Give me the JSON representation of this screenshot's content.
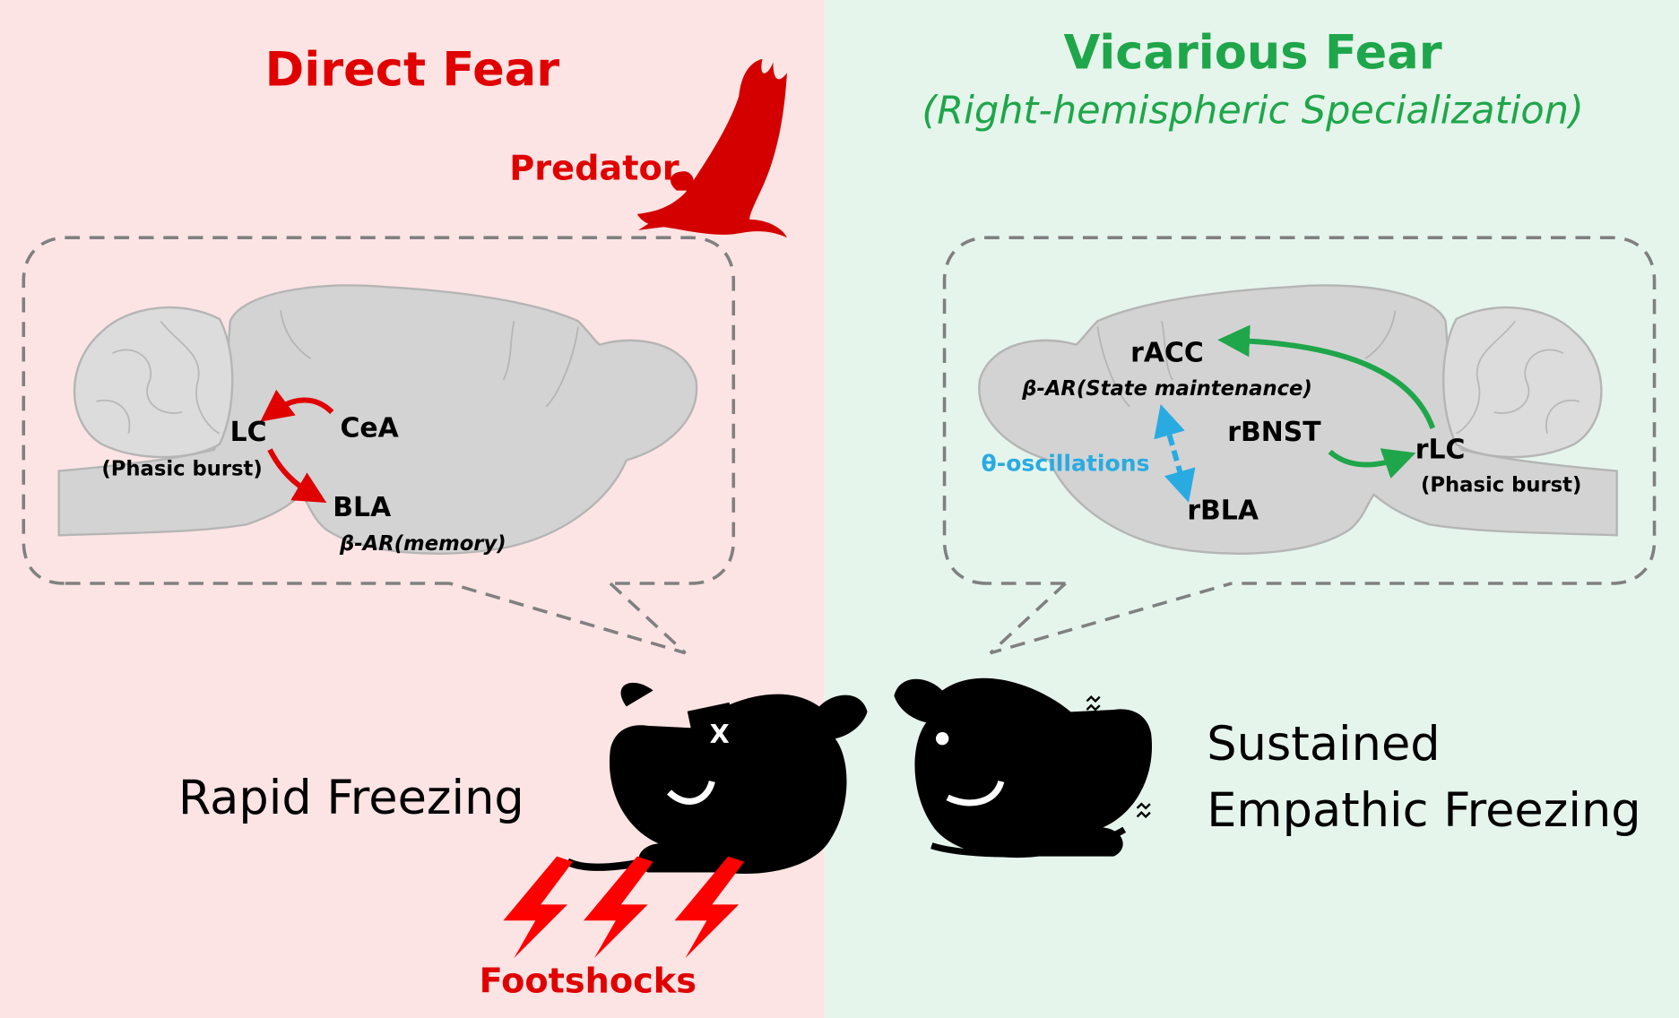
{
  "left": {
    "title": "Direct Fear",
    "predator_label": "Predator",
    "regions": {
      "lc": "LC",
      "lc_note": "(Phasic burst)",
      "cea": "CeA",
      "bla": "BLA",
      "bla_note": "β-AR(memory)"
    },
    "behavior": "Rapid Freezing",
    "stimulus": "Footshocks",
    "icons": [
      "eagle-icon",
      "mouse-icon",
      "lightning-icon"
    ]
  },
  "right": {
    "title": "Vicarious Fear",
    "subtitle": "(Right-hemispheric Specialization)",
    "regions": {
      "racc": "rACC",
      "racc_note": "β-AR(State maintenance)",
      "rbnst": "rBNST",
      "rlc": "rLC",
      "rlc_note": "(Phasic burst)",
      "rbla": "rBLA",
      "theta": "θ-oscillations"
    },
    "behavior_line1": "Sustained",
    "behavior_line2": "Empathic Freezing",
    "icons": [
      "mouse-icon",
      "tremor-icon"
    ]
  },
  "colors": {
    "red": "#e00000",
    "green": "#1fa64a",
    "blue": "#29abe2",
    "left_bg": "#fde4e4",
    "right_bg": "#e5f5ec",
    "brain": "#d3d3d3"
  }
}
